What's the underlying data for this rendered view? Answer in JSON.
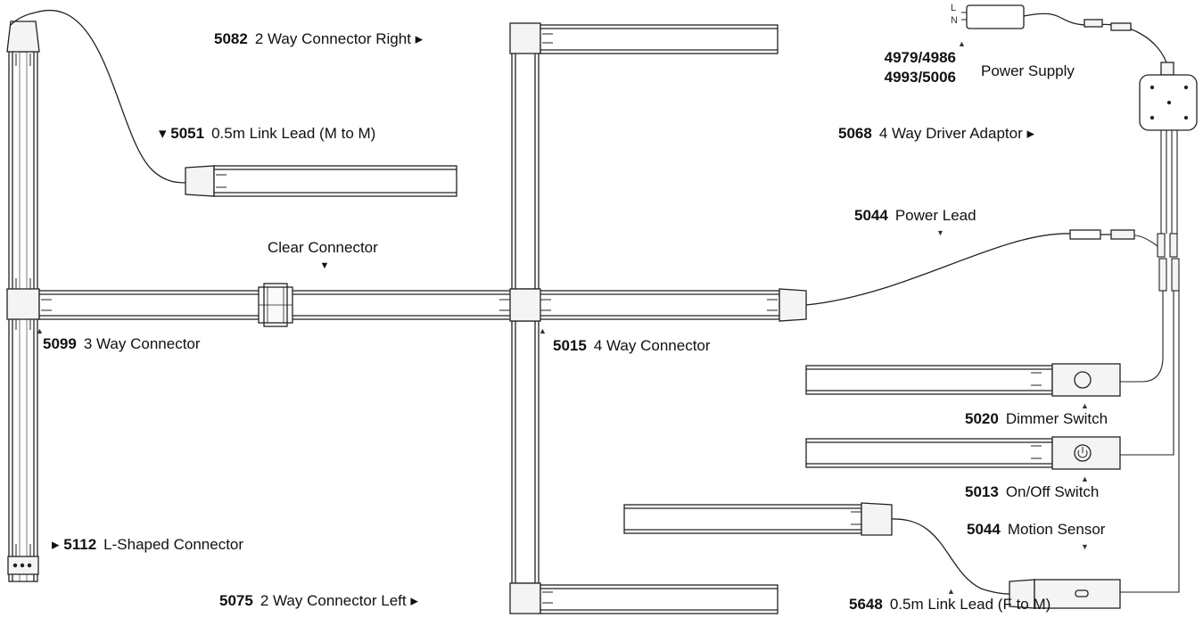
{
  "parts": {
    "connector_2way_right": {
      "code": "5082",
      "name": "2 Way Connector Right"
    },
    "link_lead_m_to_m": {
      "code": "5051",
      "name": "0.5m Link Lead (M to M)"
    },
    "clear_connector": {
      "name": "Clear Connector"
    },
    "connector_3way": {
      "code": "5099",
      "name": "3 Way Connector"
    },
    "connector_4way": {
      "code": "5015",
      "name": "4 Way Connector"
    },
    "connector_l_shaped": {
      "code": "5112",
      "name": "L-Shaped Connector"
    },
    "connector_2way_left": {
      "code": "5075",
      "name": "2 Way Connector Left"
    },
    "power_supply": {
      "codes_line1": "4979/4986",
      "codes_line2": "4993/5006",
      "name": "Power Supply",
      "terminal_l": "L",
      "terminal_n": "N"
    },
    "driver_adaptor": {
      "code": "5068",
      "name": "4 Way Driver Adaptor"
    },
    "power_lead": {
      "code": "5044",
      "name": "Power Lead"
    },
    "dimmer_switch": {
      "code": "5020",
      "name": "Dimmer Switch"
    },
    "onoff_switch": {
      "code": "5013",
      "name": "On/Off Switch"
    },
    "motion_sensor": {
      "code": "5044",
      "name": "Motion Sensor"
    },
    "link_lead_f_to_m": {
      "code": "5648",
      "name": "0.5m Link Lead (F to M)"
    }
  },
  "colors": {
    "line": "#222222",
    "profile_fill": "#ffffff",
    "connector_fill": "#f2f2f2"
  }
}
